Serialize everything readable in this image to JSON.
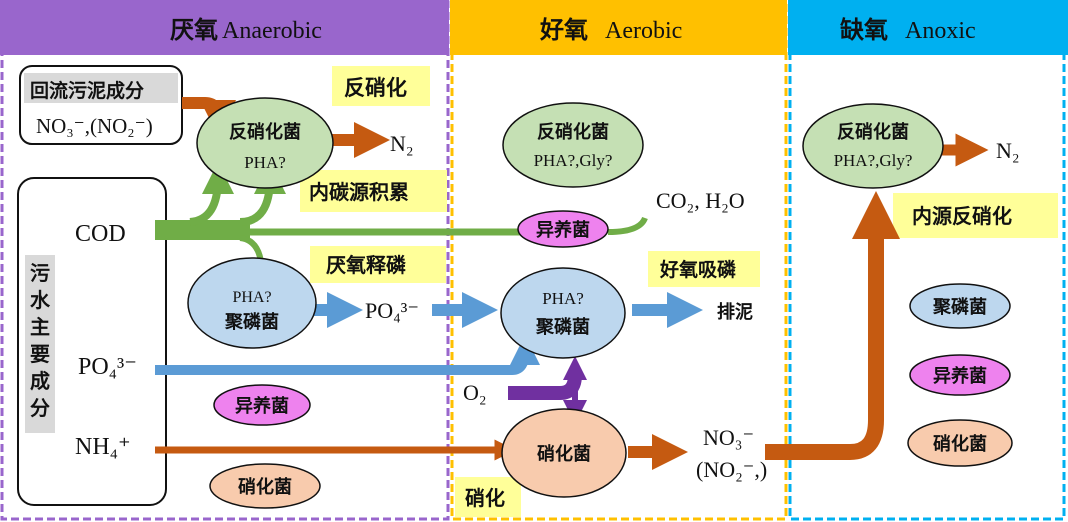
{
  "zones": [
    {
      "zh": "厌氧",
      "en": "Anaerobic",
      "color": "#9966cc"
    },
    {
      "zh": "好氧",
      "en": "Aerobic",
      "color": "#ffc000"
    },
    {
      "zh": "缺氧",
      "en": "Anoxic",
      "color": "#00b0f0"
    }
  ],
  "return_sludge": {
    "label": "回流污泥成分",
    "value": "NO₃⁻,(NO₂⁻)"
  },
  "influent": {
    "label_chars": [
      "污",
      "水",
      "主",
      "要",
      "成",
      "分"
    ],
    "cod": "COD",
    "po4": "PO₄³⁻",
    "nh4": "NH₄⁺"
  },
  "process_labels": {
    "denitrification": "反硝化",
    "carbon_storage": "内碳源积累",
    "p_release": "厌氧释磷",
    "p_uptake": "好氧吸磷",
    "nitrification": "硝化",
    "endogenous_denitrification": "内源反硝化"
  },
  "anaerobic": {
    "denitrifier": {
      "name": "反硝化菌",
      "sub": "PHA?"
    },
    "pao": {
      "name": "聚磷菌",
      "sub": "PHA?"
    },
    "heterotroph": "异养菌",
    "nitrifier": "硝化菌",
    "n2": "N₂",
    "po4_out": "PO₄³⁻"
  },
  "aerobic": {
    "denitrifier": {
      "name": "反硝化菌",
      "sub": "PHA?,Gly?"
    },
    "heterotroph": "异养菌",
    "pao": {
      "name": "聚磷菌",
      "sub": "PHA?"
    },
    "nitrifier": "硝化菌",
    "co2": "CO₂, H₂O",
    "sludge": "排泥",
    "o2": "O₂",
    "no3": "NO₃⁻",
    "no2": "(NO₂⁻,)"
  },
  "anoxic": {
    "denitrifier": {
      "name": "反硝化菌",
      "sub": "PHA?,Gly?"
    },
    "n2": "N₂",
    "pao": "聚磷菌",
    "heterotroph": "异养菌",
    "nitrifier": "硝化菌"
  },
  "colors": {
    "green": "#70ad47",
    "blue": "#5b9bd5",
    "orange": "#c55a11",
    "purple": "#7030a0",
    "yellow": "#ffff99",
    "ell_green": "#c5e0b4",
    "ell_blue": "#bdd7ee",
    "ell_pink": "#ee82ee",
    "ell_peach": "#f8cbad"
  }
}
